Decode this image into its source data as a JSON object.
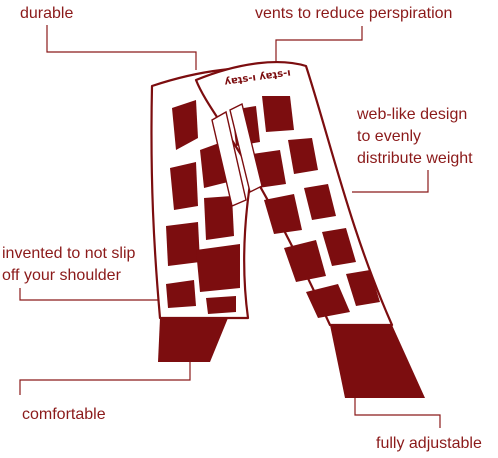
{
  "labels": {
    "durable": "durable",
    "vents": "vents to reduce perspiration",
    "web_line1": "web-like design",
    "web_line2": "to evenly",
    "web_line3": "distribute weight",
    "slip_line1": "invented to not slip",
    "slip_line2": "off your shoulder",
    "comfortable": "comfortable",
    "adjustable": "fully adjustable"
  },
  "logo_text": "ʎɐʇs-ı ʎɐʇs-ı",
  "colors": {
    "accent": "#8b1a1a",
    "strap": "#7c0d0f",
    "background": "#ffffff"
  }
}
